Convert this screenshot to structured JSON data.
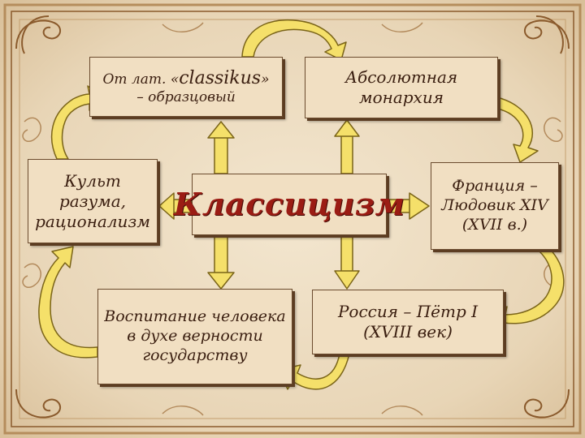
{
  "diagram": {
    "latin_box": {
      "line1_prefix": "От лат. «",
      "line1_word": "classikus",
      "line1_suffix": "»",
      "line2": "– образцовый"
    },
    "absolute_box": {
      "line1": "Абсолютная",
      "line2": "монархия"
    },
    "cult_box": {
      "line1": "Культ",
      "line2": "разума,",
      "line3": "рационализм"
    },
    "center_box": {
      "label": "Классицизм"
    },
    "france_box": {
      "line1": "Франция –",
      "line2": "Людовик XIV",
      "line3": "(XVII в.)"
    },
    "education_box": {
      "line1": "Воспитание человека",
      "line2": "в духе верности",
      "line3": "государству"
    },
    "russia_box": {
      "line1": "Россия – Пётр I",
      "line2": "(XVIII век)"
    }
  },
  "colors": {
    "background": "#eadbc3",
    "box_fill": "#f1dfc2",
    "title_red": "#9b1c14",
    "text_dark": "#3a1e10",
    "arrow_yellow": "#f5e06a",
    "arrow_outline": "#7a6418",
    "ornament_brown": "#8a5a2c"
  }
}
